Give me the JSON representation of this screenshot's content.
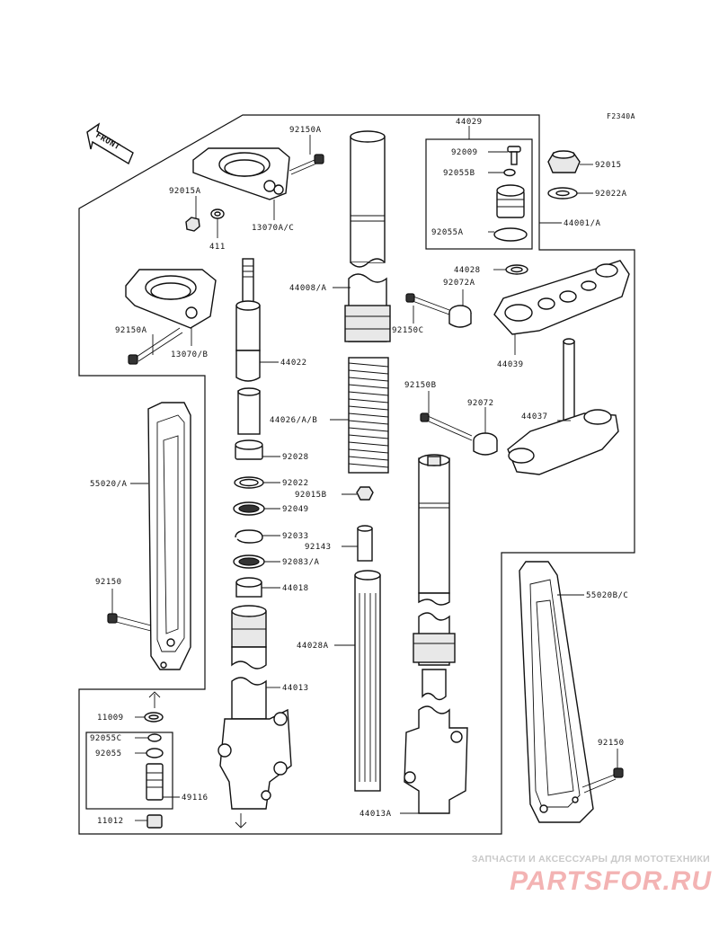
{
  "diagram_code": "F2340A",
  "front_label": "FRONT",
  "labels": [
    {
      "id": "l-92150A-top",
      "text": "92150A"
    },
    {
      "id": "l-44029",
      "text": "44029"
    },
    {
      "id": "l-92009",
      "text": "92009"
    },
    {
      "id": "l-92055B",
      "text": "92055B"
    },
    {
      "id": "l-92055A",
      "text": "92055A"
    },
    {
      "id": "l-92015",
      "text": "92015"
    },
    {
      "id": "l-92022A",
      "text": "92022A"
    },
    {
      "id": "l-44001A",
      "text": "44001/A"
    },
    {
      "id": "l-92015A",
      "text": "92015A"
    },
    {
      "id": "l-13070AC",
      "text": "13070A/C"
    },
    {
      "id": "l-411",
      "text": "411"
    },
    {
      "id": "l-44008A",
      "text": "44008/A"
    },
    {
      "id": "l-44028",
      "text": "44028"
    },
    {
      "id": "l-92072A",
      "text": "92072A"
    },
    {
      "id": "l-92150C",
      "text": "92150C"
    },
    {
      "id": "l-44039",
      "text": "44039"
    },
    {
      "id": "l-92150A-mid",
      "text": "92150A"
    },
    {
      "id": "l-13070B",
      "text": "13070/B"
    },
    {
      "id": "l-44022",
      "text": "44022"
    },
    {
      "id": "l-92150B",
      "text": "92150B"
    },
    {
      "id": "l-92072",
      "text": "92072"
    },
    {
      "id": "l-44037",
      "text": "44037"
    },
    {
      "id": "l-44026AB",
      "text": "44026/A/B"
    },
    {
      "id": "l-92028",
      "text": "92028"
    },
    {
      "id": "l-92022",
      "text": "92022"
    },
    {
      "id": "l-92015B",
      "text": "92015B"
    },
    {
      "id": "l-92049",
      "text": "92049"
    },
    {
      "id": "l-92033",
      "text": "92033"
    },
    {
      "id": "l-92143",
      "text": "92143"
    },
    {
      "id": "l-92083A",
      "text": "92083/A"
    },
    {
      "id": "l-55020A",
      "text": "55020/A"
    },
    {
      "id": "l-44018",
      "text": "44018"
    },
    {
      "id": "l-92150-left",
      "text": "92150"
    },
    {
      "id": "l-44028A",
      "text": "44028A"
    },
    {
      "id": "l-55020BC",
      "text": "55020B/C"
    },
    {
      "id": "l-44013",
      "text": "44013"
    },
    {
      "id": "l-11009",
      "text": "11009"
    },
    {
      "id": "l-92055C",
      "text": "92055C"
    },
    {
      "id": "l-92055",
      "text": "92055"
    },
    {
      "id": "l-92150-right",
      "text": "92150"
    },
    {
      "id": "l-49116",
      "text": "49116"
    },
    {
      "id": "l-11012",
      "text": "11012"
    },
    {
      "id": "l-44013A",
      "text": "44013A"
    }
  ],
  "watermark": {
    "tagline": "ЗАПЧАСТИ И АКСЕССУАРЫ ДЛЯ МОТОТЕХНИКИ",
    "logo": "PARTSFOR.RU"
  }
}
